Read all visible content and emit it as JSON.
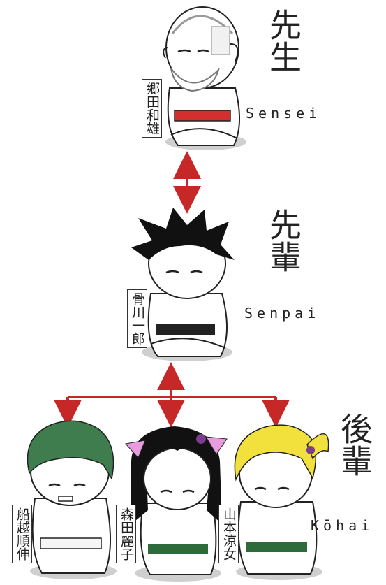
{
  "ranks": {
    "sensei": {
      "kanji": "先生",
      "romaji": "Sensei",
      "name": "郷田和雄"
    },
    "senpai": {
      "kanji": "先輩",
      "romaji": "Senpai",
      "name": "骨川一郎"
    },
    "kohai": {
      "kanji": "後輩",
      "romaji": "Kōhai",
      "students": [
        {
          "name": "船越順伸"
        },
        {
          "name": "森田麗子"
        },
        {
          "name": "山本涼女"
        }
      ]
    }
  },
  "colors": {
    "arrow": "#c62828",
    "sensei_belt": "#d32f2f",
    "senpai_belt": "#222222",
    "kohai_belt": "#2e6b3a",
    "green_hair": "#3f7d4e",
    "black_hair": "#111111",
    "blonde_hair": "#f2e13c",
    "pink_ribbon": "#e99be0"
  }
}
